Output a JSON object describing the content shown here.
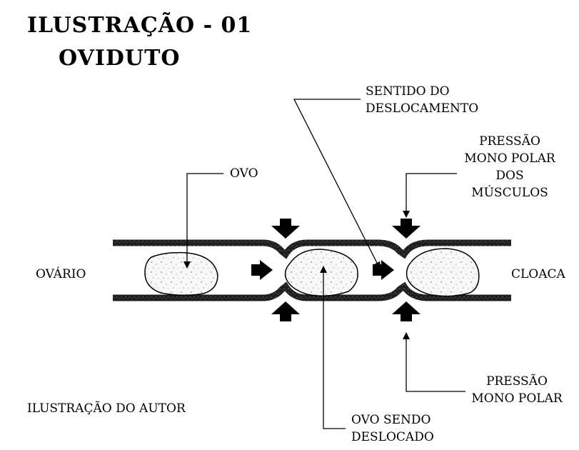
{
  "title": "ILUSTRAÇÃO - 01",
  "subtitle": "OVIDUTO",
  "labels": {
    "ovo": "OVO",
    "sentido_line1": "SENTIDO DO",
    "sentido_line2": "DESLOCAMENTO",
    "pressao_top_line1": "PRESSÃO",
    "pressao_top_line2": "MONO POLAR",
    "pressao_top_line3": "DOS",
    "pressao_top_line4": "MÚSCULOS",
    "ovario": "OVÁRIO",
    "cloaca": "CLOACA",
    "pressao_bottom_line1": "PRESSÃO",
    "pressao_bottom_line2": "MONO POLAR",
    "autor": "ILUSTRAÇÃO DO AUTOR",
    "ovo_sendo_line1": "OVO SENDO",
    "ovo_sendo_line2": "DESLOCADO"
  },
  "colors": {
    "ink": "#000000",
    "tube_wall": "#2b2b2b",
    "egg_fill": "#f7f7f7"
  }
}
